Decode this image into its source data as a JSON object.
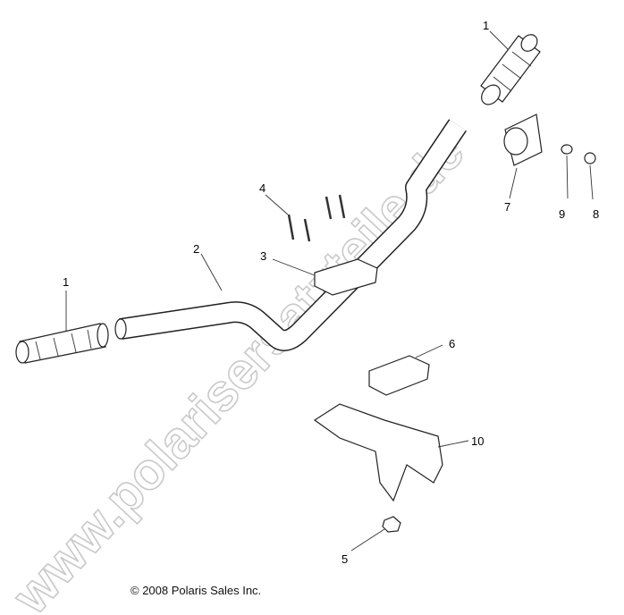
{
  "watermark": "www.polarisersatzteile.de",
  "copyright": "© 2008 Polaris Sales Inc.",
  "callouts": [
    {
      "id": "grip-right",
      "label": "1"
    },
    {
      "id": "grip-left",
      "label": "1"
    },
    {
      "id": "handlebar",
      "label": "2"
    },
    {
      "id": "upper-clamp",
      "label": "3"
    },
    {
      "id": "bolts",
      "label": "4"
    },
    {
      "id": "nut",
      "label": "5"
    },
    {
      "id": "lower-clamp",
      "label": "6"
    },
    {
      "id": "pad",
      "label": "7"
    },
    {
      "id": "plug",
      "label": "8"
    },
    {
      "id": "washer",
      "label": "9"
    },
    {
      "id": "bracket",
      "label": "10"
    }
  ]
}
